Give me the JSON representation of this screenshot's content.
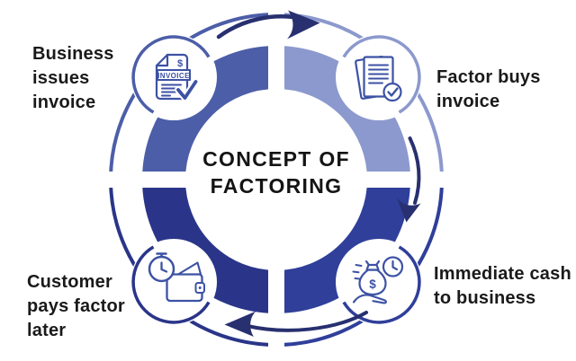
{
  "title": {
    "lines": [
      "CONCEPT OF",
      "FACTORING"
    ]
  },
  "quadrants": [
    {
      "id": "business-issues-invoice",
      "position": "top-left",
      "label": {
        "lines": [
          "Business",
          "issues",
          "invoice"
        ]
      },
      "color": "#4C5EA8",
      "icon": "invoice-document-icon"
    },
    {
      "id": "factor-buys-invoice",
      "position": "top-right",
      "label": {
        "lines": [
          "Factor buys",
          "invoice"
        ]
      },
      "color": "#8C99CE",
      "icon": "documents-check-icon"
    },
    {
      "id": "immediate-cash-to-business",
      "position": "bottom-right",
      "label": {
        "lines": [
          "Immediate cash",
          "to business"
        ]
      },
      "color": "#2F3F9A",
      "icon": "cash-bag-clock-hand-icon"
    },
    {
      "id": "customer-pays-factor-later",
      "position": "bottom-left",
      "label": {
        "lines": [
          "Customer",
          "pays factor",
          "later"
        ]
      },
      "color": "#2A3589",
      "icon": "stopwatch-wallet-icon"
    }
  ],
  "arrows": [
    {
      "id": "top-arrow",
      "from": "business-issues-invoice",
      "to": "factor-buys-invoice",
      "direction": "right"
    },
    {
      "id": "right-arrow",
      "from": "factor-buys-invoice",
      "to": "immediate-cash-to-business",
      "direction": "down"
    },
    {
      "id": "bottom-arrow",
      "from": "immediate-cash-to-business",
      "to": "customer-pays-factor-later",
      "direction": "left"
    }
  ],
  "icon_text": {
    "invoice_label": "INVOICE",
    "dollar": "$"
  },
  "colors": {
    "background": "#ffffff",
    "text": "#1a1a1a",
    "icon_stroke": "#3D52A4",
    "arrow": "#283070"
  }
}
